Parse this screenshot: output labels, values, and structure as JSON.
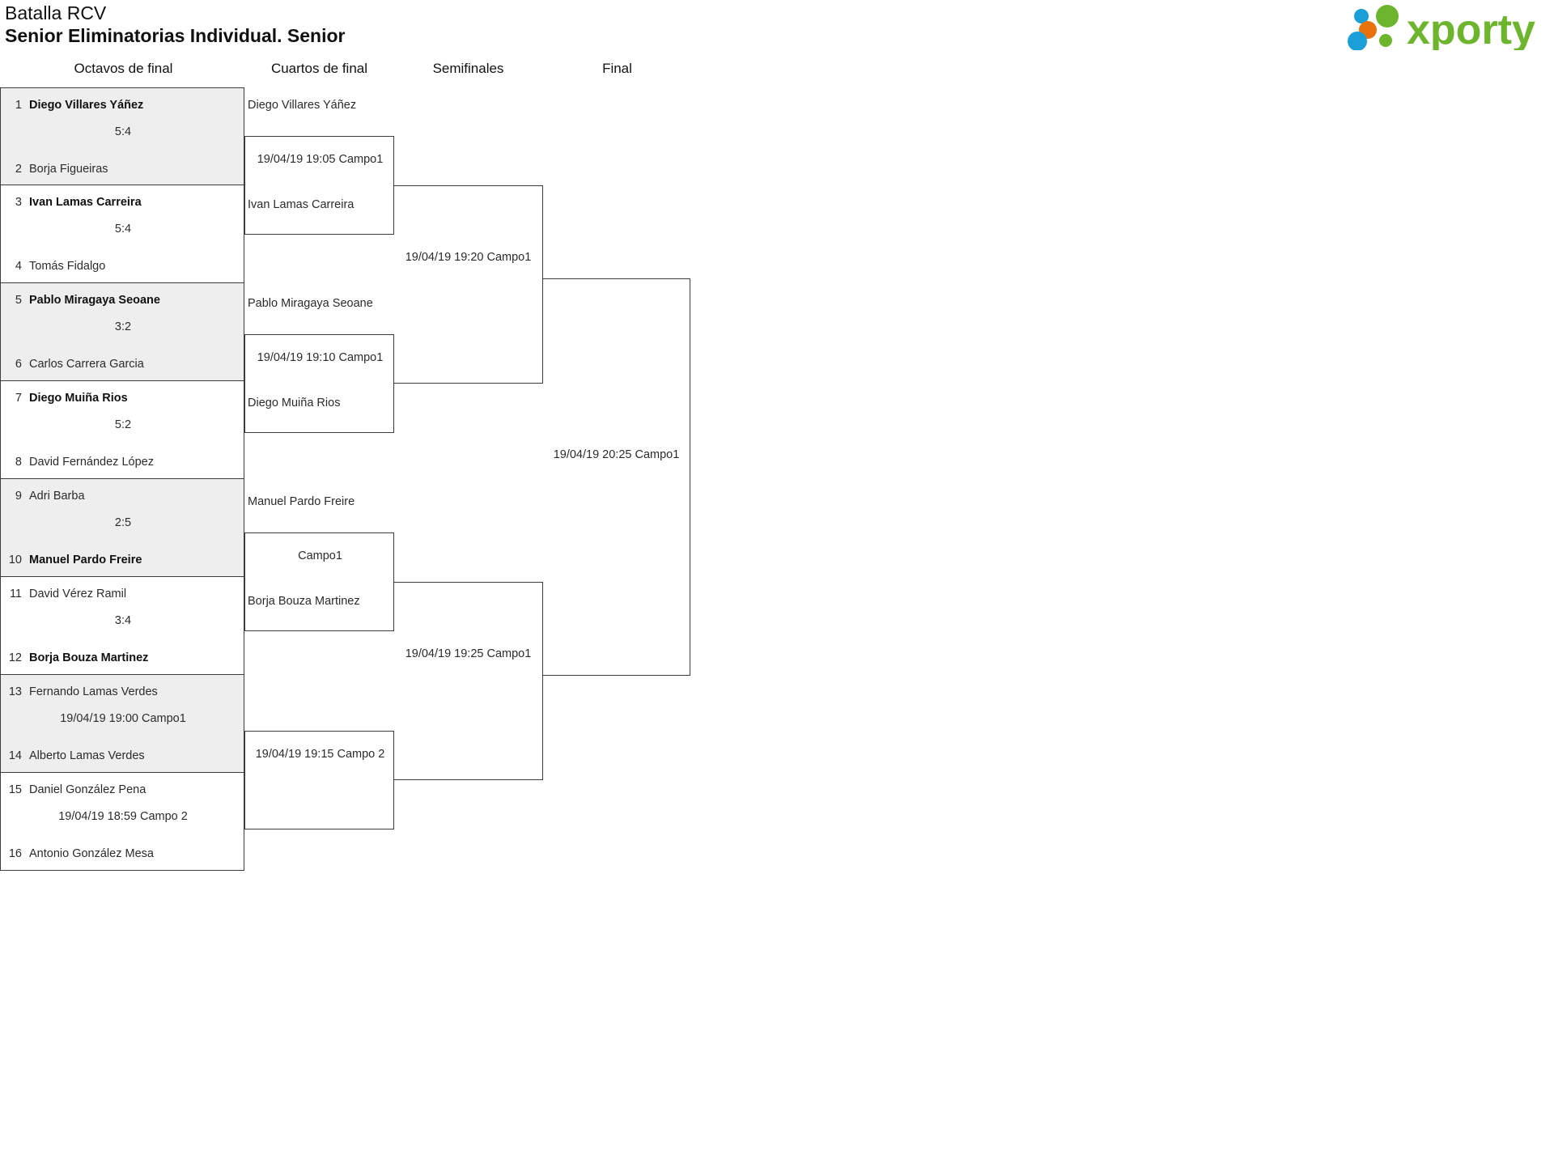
{
  "header": {
    "tournament": "Batalla RCV",
    "subtitle": "Senior Eliminatorias Individual. Senior",
    "logo_text": "xporty",
    "logo_colors": {
      "green": "#6cb52d",
      "blue": "#1b9fd8",
      "orange": "#e8730c"
    }
  },
  "rounds": [
    {
      "label": "Octavos de final"
    },
    {
      "label": "Cuartos de final"
    },
    {
      "label": "Semifinales"
    },
    {
      "label": "Final"
    }
  ],
  "round1": {
    "matches": [
      {
        "top": {
          "seed": "1",
          "name": "Diego Villares Yáñez",
          "winner": true
        },
        "bottom": {
          "seed": "2",
          "name": "Borja Figueiras",
          "winner": false
        },
        "middle": "5:4",
        "shaded": true
      },
      {
        "top": {
          "seed": "3",
          "name": "Ivan Lamas Carreira",
          "winner": true
        },
        "bottom": {
          "seed": "4",
          "name": "Tomás Fidalgo",
          "winner": false
        },
        "middle": "5:4",
        "shaded": false
      },
      {
        "top": {
          "seed": "5",
          "name": "Pablo Miragaya Seoane",
          "winner": true
        },
        "bottom": {
          "seed": "6",
          "name": "Carlos Carrera Garcia",
          "winner": false
        },
        "middle": "3:2",
        "shaded": true
      },
      {
        "top": {
          "seed": "7",
          "name": "Diego Muiña Rios",
          "winner": true
        },
        "bottom": {
          "seed": "8",
          "name": "David Fernández López",
          "winner": false
        },
        "middle": "5:2",
        "shaded": false
      },
      {
        "top": {
          "seed": "9",
          "name": "Adri Barba",
          "winner": false
        },
        "bottom": {
          "seed": "10",
          "name": "Manuel Pardo Freire",
          "winner": true
        },
        "middle": "2:5",
        "shaded": true
      },
      {
        "top": {
          "seed": "11",
          "name": "David Vérez Ramil",
          "winner": false
        },
        "bottom": {
          "seed": "12",
          "name": "Borja Bouza Martinez",
          "winner": true
        },
        "middle": "3:4",
        "shaded": false
      },
      {
        "top": {
          "seed": "13",
          "name": "Fernando Lamas Verdes",
          "winner": false
        },
        "bottom": {
          "seed": "14",
          "name": "Alberto Lamas Verdes",
          "winner": false
        },
        "middle": "19/04/19 19:00 Campo1",
        "shaded": true
      },
      {
        "top": {
          "seed": "15",
          "name": "Daniel González Pena",
          "winner": false
        },
        "bottom": {
          "seed": "16",
          "name": "Antonio González Mesa",
          "winner": false
        },
        "middle": "19/04/19 18:59 Campo 2",
        "shaded": false
      }
    ]
  },
  "round2": {
    "matches": [
      {
        "top_name": "Diego Villares Yáñez",
        "bottom_name": "Ivan Lamas Carreira",
        "middle": "19/04/19 19:05 Campo1"
      },
      {
        "top_name": "Pablo Miragaya Seoane",
        "bottom_name": "Diego Muiña Rios",
        "middle": "19/04/19 19:10 Campo1"
      },
      {
        "top_name": "Manuel Pardo Freire",
        "bottom_name": "Borja Bouza Martinez",
        "middle": "Campo1"
      },
      {
        "top_name": "",
        "bottom_name": "",
        "middle": "19/04/19 19:15 Campo 2"
      }
    ]
  },
  "round3": {
    "matches": [
      {
        "middle": "19/04/19 19:20 Campo1"
      },
      {
        "middle": "19/04/19 19:25 Campo1"
      }
    ]
  },
  "final": {
    "matches": [
      {
        "middle": "19/04/19 20:25 Campo1"
      }
    ]
  }
}
